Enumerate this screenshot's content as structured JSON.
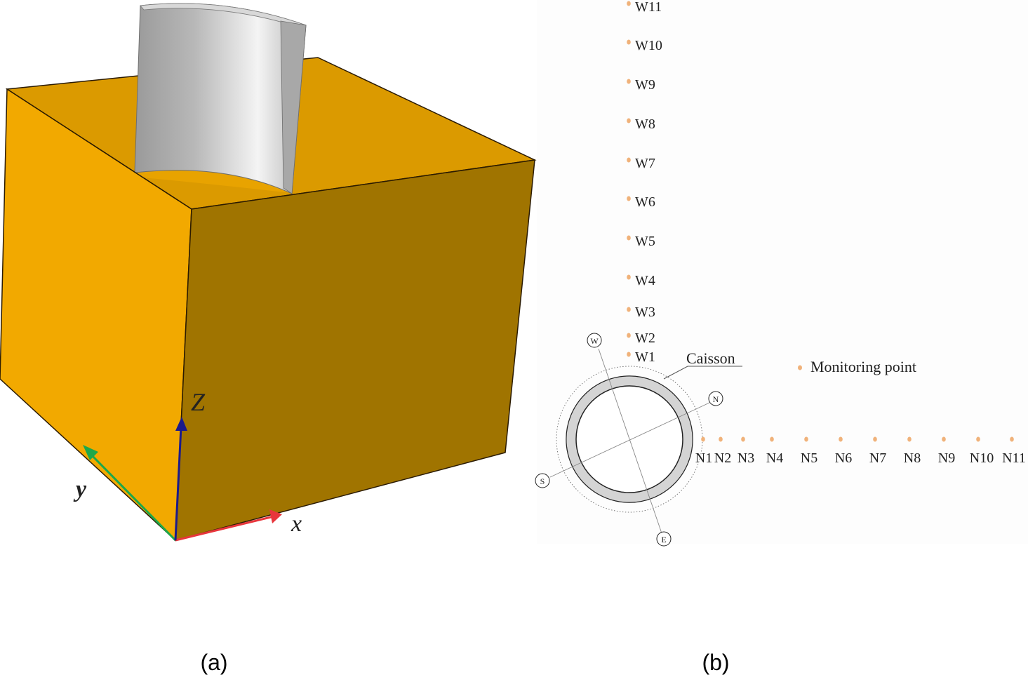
{
  "panel_a": {
    "caption": "(a)",
    "axes": {
      "x": "x",
      "y": "y",
      "z": "Z"
    },
    "colors": {
      "soil_left_face": "#F2A900",
      "soil_top_face": "#DB9A00",
      "soil_right_face": "#A07400",
      "caisson_dark": "#8C8C8C",
      "caisson_light": "#EDEDED",
      "axis_x": "#E8363C",
      "axis_y": "#1EA84A",
      "axis_z": "#1A1A8C"
    }
  },
  "panel_b": {
    "caption": "(b)",
    "caisson_label": "Caisson",
    "legend_label": "Monitoring point",
    "directions": [
      "W",
      "N",
      "S",
      "E"
    ],
    "w_points": [
      "W11",
      "W10",
      "W9",
      "W8",
      "W7",
      "W6",
      "W5",
      "W4",
      "W3",
      "W2",
      "W1"
    ],
    "n_points": [
      "N1",
      "N2",
      "N3",
      "N4",
      "N5",
      "N6",
      "N7",
      "N8",
      "N9",
      "N10",
      "N11"
    ],
    "colors": {
      "monitoring_point": "#F0B27A",
      "caisson_ring": "#D4D4D4"
    }
  }
}
